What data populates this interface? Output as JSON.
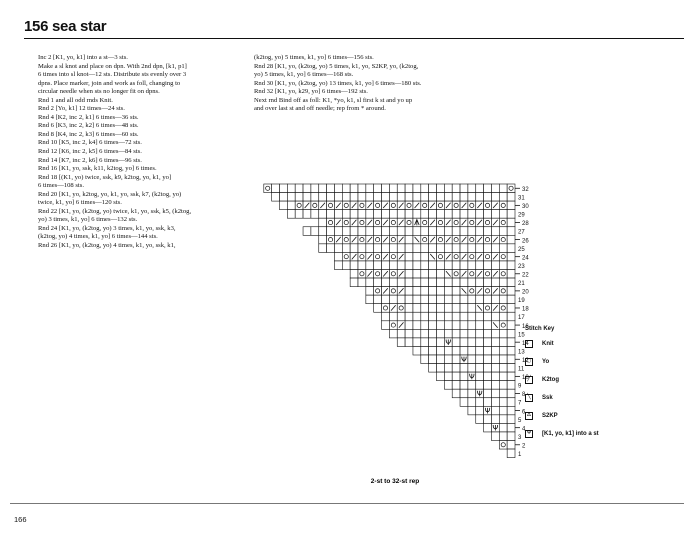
{
  "header": {
    "title": "156 sea star"
  },
  "instructions": {
    "left": [
      "Inc 2 [K1, yo, k1] into a st—3 sts.",
      "Make a sl knot and place on dpn. With 2nd dpn, [k1, p1]",
      "6 times into sl knot—12 sts. Distribute sts evenly over 3",
      "dpns. Place marker, join and work as foll, changing to",
      "circular needle when sts no longer fit on dpns.",
      "Rnd 1 and all odd rnds Knit.",
      "Rnd 2 [Yo, k1] 12 times—24 sts.",
      "Rnd 4 [K2, inc 2, k1] 6 times—36 sts.",
      "Rnd 6 [K3, inc 2, k2] 6 times—48 sts.",
      "Rnd 8 [K4, inc 2, k3] 6 times—60 sts.",
      "Rnd 10 [K5, inc 2, k4] 6 times—72 sts.",
      "Rnd 12 [K6, inc 2, k5] 6 times—84 sts.",
      "Rnd 14 [K7, inc 2, k6] 6 times—96 sts.",
      "Rnd 16 [K1, yo, ssk, k11, k2tog, yo] 6 times.",
      "Rnd 18 [(K1, yo) twice, ssk, k9, k2tog, yo, k1, yo]",
      "6 times—108 sts.",
      "Rnd 20 [K1, yo, k2tog, yo, k1, yo, ssk, k7, (k2tog, yo)",
      "twice, k1, yo] 6 times—120 sts.",
      "Rnd 22 [K1, yo, (k2tog, yo) twice, k1, yo, ssk, k5, (k2tog,",
      "yo) 3 times, k1, yo] 6 times—132 sts.",
      "Rnd 24 [K1, yo, (k2tog, yo) 3 times, k1, yo, ssk, k3,",
      "(k2tog, yo) 4 times, k1, yo] 6 times—144 sts.",
      "Rnd 26 [K1, yo, (k2tog, yo) 4 times, k1, yo, ssk, k1,"
    ],
    "right": [
      "(k2tog, yo) 5 times, k1, yo] 6 times—156 sts.",
      "Rnd 28 [K1, yo, (k2tog, yo) 5 times, k1, yo, S2KP, yo, (k2tog,",
      "yo) 5 times, k1, yo] 6 times—168 sts.",
      "Rnd 30 [K1, yo, (k2tog, yo) 13 times, k1, yo] 6 times—180 sts.",
      "Rnd 32 [K1, yo, k29, yo] 6 times—192 sts.",
      "Next rnd Bind off as foll: K1, *yo, k1, sl first k st and yo up",
      "and over last st and off needle; rep from * around."
    ]
  },
  "chart_data": {
    "type": "table",
    "title": "",
    "caption": "2-st to 32-st rep",
    "symbol_legend": {
      "K": "blank (knit)",
      "O": "yo",
      "/": "k2tog",
      "\\": "ssk",
      "A": "S2KP",
      "V": "[K1, yo, k1] into a st"
    },
    "rows": [
      {
        "rnd": 32,
        "stitches": "OKKKKKKKKKKKKKKKKKKKKKKKKKKKKKKO"
      },
      {
        "rnd": 31,
        "stitches": "KKKKKKKKKKKKKKKKKKKKKKKKKKKKKKK"
      },
      {
        "rnd": 30,
        "stitches": "KKO/O/O/O/O/O/O/O/O/O/O/O/O/OK"
      },
      {
        "rnd": 29,
        "stitches": "KKKKKKKKKKKKKKKKKKKKKKKKKKKKK"
      },
      {
        "rnd": 28,
        "stitches": "KO/O/O/O/O/OAO/O/O/O/O/OK"
      },
      {
        "rnd": 27,
        "stitches": "KKKKKKKKKKKKKKKKKKKKKKKKKKK"
      },
      {
        "rnd": 26,
        "stitches": "KO/O/O/O/O/K\\O/O/O/O/O/OK"
      },
      {
        "rnd": 25,
        "stitches": "KKKKKKKKKKKKKKKKKKKKKKKKK"
      },
      {
        "rnd": 24,
        "stitches": "KO/O/O/O/KKK\\O/O/O/O/OK"
      },
      {
        "rnd": 23,
        "stitches": "KKKKKKKKKKKKKKKKKKKKKKK"
      },
      {
        "rnd": 22,
        "stitches": "KO/O/O/KKKKK\\O/O/O/OK"
      },
      {
        "rnd": 21,
        "stitches": "KKKKKKKKKKKKKKKKKKKKK"
      },
      {
        "rnd": 20,
        "stitches": "KO/O/KKKKKKK\\O/O/OK"
      },
      {
        "rnd": 19,
        "stitches": "KKKKKKKKKKKKKKKKKKK"
      },
      {
        "rnd": 18,
        "stitches": "KO/OKKKKKKKKK\\O/OK"
      },
      {
        "rnd": 17,
        "stitches": "KKKKKKKKKKKKKKKKK"
      },
      {
        "rnd": 16,
        "stitches": "KO/KKKKKKKKKKK\\OK"
      },
      {
        "rnd": 15,
        "stitches": "KKKKKKKKKKKKKKKK"
      },
      {
        "rnd": 14,
        "stitches": "KKKKKKVKKKKKKKK"
      },
      {
        "rnd": 13,
        "stitches": "KKKKKKKKKKKKK"
      },
      {
        "rnd": 12,
        "stitches": "KKKKKVKKKKKK"
      },
      {
        "rnd": 11,
        "stitches": "KKKKKKKKKKK"
      },
      {
        "rnd": 10,
        "stitches": "KKKKVKKKKK"
      },
      {
        "rnd": 9,
        "stitches": "KKKKKKKKK"
      },
      {
        "rnd": 8,
        "stitches": "KKKVKKKK"
      },
      {
        "rnd": 7,
        "stitches": "KKKKKKK"
      },
      {
        "rnd": 6,
        "stitches": "KKVKKK"
      },
      {
        "rnd": 5,
        "stitches": "KKKKK"
      },
      {
        "rnd": 4,
        "stitches": "KVKK"
      },
      {
        "rnd": 3,
        "stitches": "KKK"
      },
      {
        "rnd": 2,
        "stitches": "OK"
      },
      {
        "rnd": 1,
        "stitches": "K"
      }
    ]
  },
  "stitch_key": {
    "title": "Stitch Key",
    "items": [
      {
        "symbol": "",
        "icon": "knit-square-icon",
        "label": "Knit"
      },
      {
        "symbol": "○",
        "icon": "yo-circle-icon",
        "label": "Yo"
      },
      {
        "symbol": "╱",
        "icon": "k2tog-slash-icon",
        "label": "K2tog"
      },
      {
        "symbol": "╲",
        "icon": "ssk-slash-icon",
        "label": "Ssk"
      },
      {
        "symbol": "∆",
        "icon": "s2kp-arrow-icon",
        "label": "S2KP"
      },
      {
        "symbol": "Ψ",
        "icon": "increase-fan-icon",
        "label": "[K1, yo, k1] into a st"
      }
    ]
  },
  "footer": {
    "page_number": "166"
  }
}
